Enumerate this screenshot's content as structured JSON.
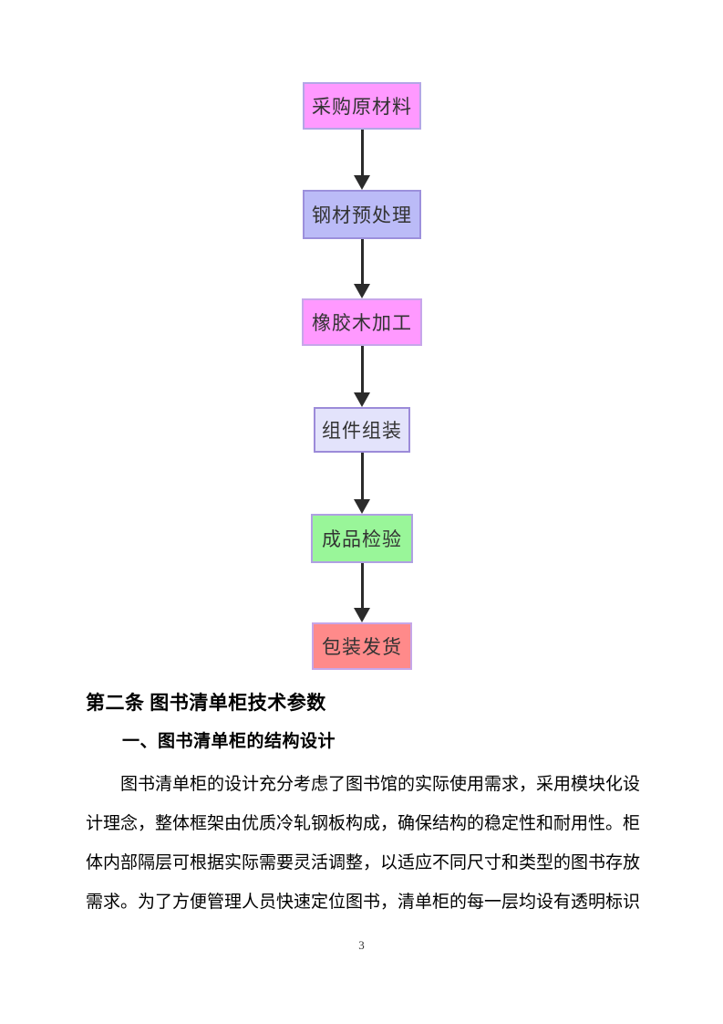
{
  "flowchart": {
    "arrow_color": "#2b2b2b",
    "nodes": [
      {
        "label": "采购原材料",
        "fill": "#ff99ff",
        "border": "#b3a6e6"
      },
      {
        "label": "钢材预处理",
        "fill": "#bbbbf7",
        "border": "#9c90dc"
      },
      {
        "label": "橡胶木加工",
        "fill": "#ff99ff",
        "border": "#c7a6ea"
      },
      {
        "label": "组件组装",
        "fill": "#e3e3fb",
        "border": "#9c8bd9"
      },
      {
        "label": "成品检验",
        "fill": "#99f699",
        "border": "#afa0e2"
      },
      {
        "label": "包装发货",
        "fill": "#ff8a8a",
        "border": "#c6a6e8"
      }
    ]
  },
  "document": {
    "heading": "第二条 图书清单柜技术参数",
    "subheading": "一、图书清单柜的结构设计",
    "paragraph_lines": [
      "图书清单柜的设计充分考虑了图书馆的实际使用需求，采用模块化设",
      "计理念，整体框架由优质冷轧钢板构成，确保结构的稳定性和耐用性。柜",
      "体内部隔层可根据实际需要灵活调整，以适应不同尺寸和类型的图书存放",
      "需求。为了方便管理人员快速定位图书，清单柜的每一层均设有透明标识"
    ]
  },
  "page": {
    "number": "3"
  }
}
